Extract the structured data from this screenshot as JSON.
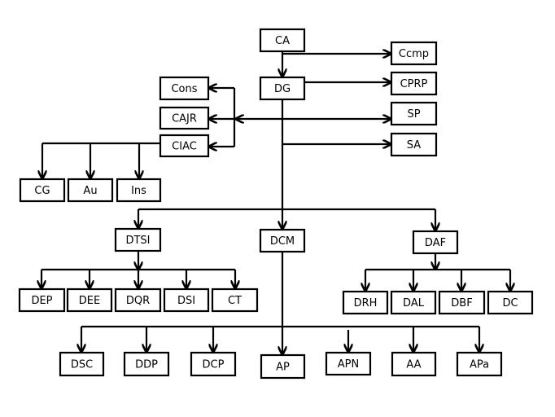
{
  "diagram": {
    "type": "organizational-chart",
    "colors": {
      "stroke": "#000000",
      "background": "#ffffff",
      "box_fill": "#ffffff"
    },
    "nodes": [
      {
        "id": "CA",
        "label": "CA"
      },
      {
        "id": "DG",
        "label": "DG"
      },
      {
        "id": "Ccmp",
        "label": "Ccmp"
      },
      {
        "id": "CPRP",
        "label": "CPRP"
      },
      {
        "id": "SP",
        "label": "SP"
      },
      {
        "id": "SA",
        "label": "SA"
      },
      {
        "id": "Cons",
        "label": "Cons"
      },
      {
        "id": "CAJR",
        "label": "CAJR"
      },
      {
        "id": "CIAC",
        "label": "CIAC"
      },
      {
        "id": "CG",
        "label": "CG"
      },
      {
        "id": "Au",
        "label": "Au"
      },
      {
        "id": "Ins",
        "label": "Ins"
      },
      {
        "id": "DTSI",
        "label": "DTSI"
      },
      {
        "id": "DCM",
        "label": "DCM"
      },
      {
        "id": "DAF",
        "label": "DAF"
      },
      {
        "id": "DEP",
        "label": "DEP"
      },
      {
        "id": "DEE",
        "label": "DEE"
      },
      {
        "id": "DQR",
        "label": "DQR"
      },
      {
        "id": "DSI",
        "label": "DSI"
      },
      {
        "id": "CT",
        "label": "CT"
      },
      {
        "id": "DRH",
        "label": "DRH"
      },
      {
        "id": "DAL",
        "label": "DAL"
      },
      {
        "id": "DBF",
        "label": "DBF"
      },
      {
        "id": "DC",
        "label": "DC"
      },
      {
        "id": "DSC",
        "label": "DSC"
      },
      {
        "id": "DDP",
        "label": "DDP"
      },
      {
        "id": "DCP",
        "label": "DCP"
      },
      {
        "id": "AP",
        "label": "AP"
      },
      {
        "id": "APN",
        "label": "APN"
      },
      {
        "id": "AA",
        "label": "AA"
      },
      {
        "id": "APa",
        "label": "APa"
      }
    ],
    "edges": [
      {
        "from": "CA",
        "to": "DG"
      },
      {
        "from": "CA",
        "to": "Ccmp"
      },
      {
        "from": "DG",
        "to": "CPRP"
      },
      {
        "from": "DG",
        "to": "SP",
        "bidirectional": true,
        "via": "Cons/CAJR/CIAC connector"
      },
      {
        "from": "DG",
        "to": "SA"
      },
      {
        "from": "DG",
        "to": "Cons"
      },
      {
        "from": "DG",
        "to": "CAJR"
      },
      {
        "from": "DG",
        "to": "CIAC"
      },
      {
        "from": "CIAC",
        "to": "CG"
      },
      {
        "from": "CIAC",
        "to": "Au"
      },
      {
        "from": "CIAC",
        "to": "Ins"
      },
      {
        "from": "DG",
        "to": "DTSI"
      },
      {
        "from": "DG",
        "to": "DCM"
      },
      {
        "from": "DG",
        "to": "DAF"
      },
      {
        "from": "DTSI",
        "to": "DEP"
      },
      {
        "from": "DTSI",
        "to": "DEE"
      },
      {
        "from": "DTSI",
        "to": "DQR"
      },
      {
        "from": "DTSI",
        "to": "DSI"
      },
      {
        "from": "DTSI",
        "to": "CT"
      },
      {
        "from": "DAF",
        "to": "DRH"
      },
      {
        "from": "DAF",
        "to": "DAL"
      },
      {
        "from": "DAF",
        "to": "DBF"
      },
      {
        "from": "DAF",
        "to": "DC"
      },
      {
        "from": "DCM",
        "to": "DSC"
      },
      {
        "from": "DCM",
        "to": "DDP"
      },
      {
        "from": "DCM",
        "to": "DCP"
      },
      {
        "from": "DCM",
        "to": "AP"
      },
      {
        "from": "DCM",
        "to": "APN"
      },
      {
        "from": "DCM",
        "to": "AA"
      },
      {
        "from": "DCM",
        "to": "APa"
      }
    ]
  }
}
